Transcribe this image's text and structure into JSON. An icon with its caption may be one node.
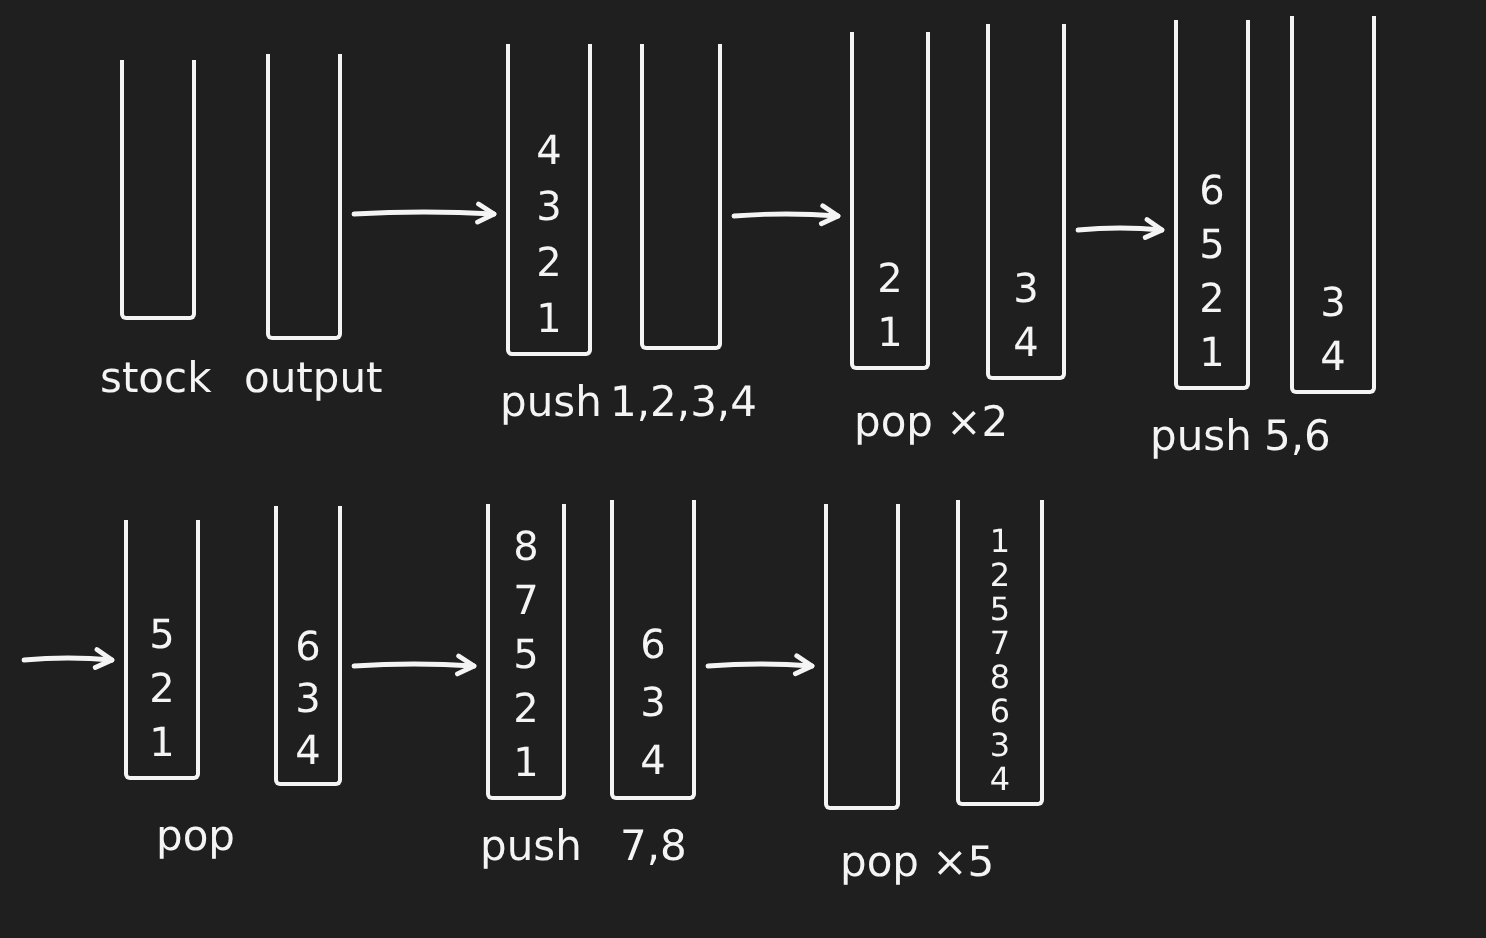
{
  "diagram": {
    "nodes": [
      {
        "text": [],
        "shape": "box",
        "beside": [
          "stock"
        ]
      },
      {
        "text": [],
        "shape": "box",
        "beside": [
          "output"
        ]
      },
      {
        "text": [
          "4",
          "3",
          "2",
          "1"
        ],
        "beside": [
          "push"
        ]
      },
      {
        "text": [],
        "shape": "box",
        "beside": [
          "1,2,3,4"
        ]
      },
      {
        "text": [
          "2",
          "1"
        ],
        "beside": [
          "pop ×2"
        ]
      },
      {
        "text": [
          "3",
          "4"
        ]
      },
      {
        "text": [
          "6",
          "5",
          "2",
          "1"
        ],
        "beside": [
          "push"
        ]
      },
      {
        "text": [
          "3",
          "4"
        ],
        "beside": [
          "5,6"
        ]
      },
      {
        "text": [
          "5",
          "2",
          "1"
        ],
        "beside": [
          "pop"
        ]
      },
      {
        "text": [
          "6",
          "3",
          "4"
        ]
      },
      {
        "text": [
          "8",
          "7",
          "5",
          "2",
          "1"
        ],
        "beside": [
          "push"
        ]
      },
      {
        "text": [
          "6",
          "3",
          "4"
        ],
        "beside": [
          "7,8"
        ]
      },
      {
        "text": [],
        "shape": "box",
        "beside": [
          "pop ×5"
        ]
      },
      {
        "text": [
          "1",
          "2",
          "5",
          "7",
          "8",
          "6",
          "3",
          "4"
        ]
      }
    ],
    "edges": [
      {
        "from": 1,
        "to": 2,
        "arrow": "to"
      },
      {
        "from": 3,
        "to": 4,
        "arrow": "to"
      },
      {
        "from": 5,
        "to": 6,
        "arrow": "to"
      },
      {
        "from": null,
        "to": 8,
        "arrow": "to"
      },
      {
        "from": 9,
        "to": 10,
        "arrow": "to"
      },
      {
        "from": 11,
        "to": 12,
        "arrow": "to"
      }
    ]
  }
}
